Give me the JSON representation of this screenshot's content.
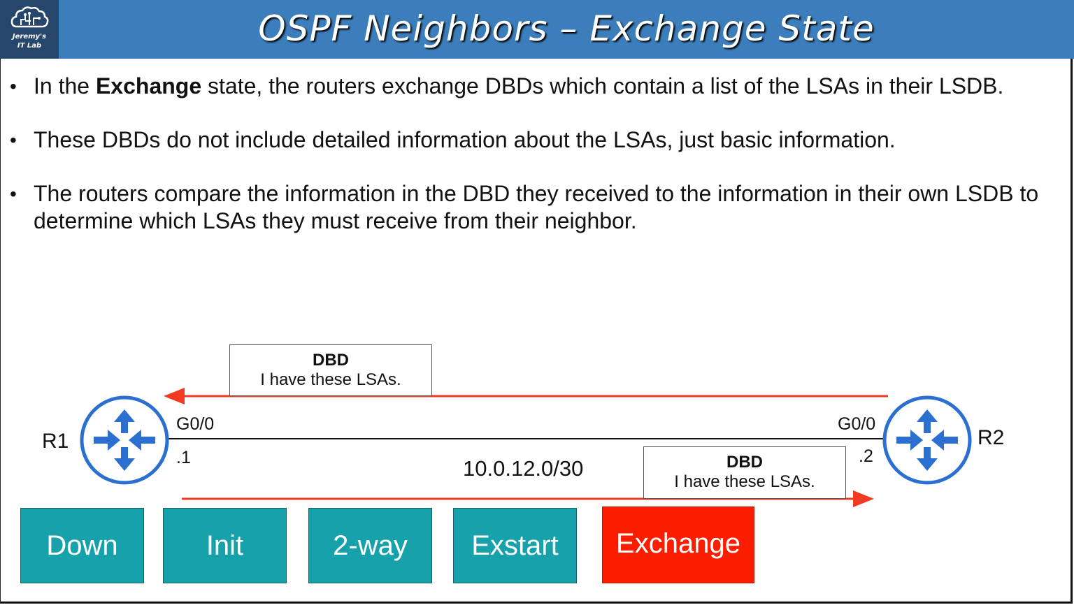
{
  "header": {
    "logo_line1": "Jeremy's",
    "logo_line2": "IT Lab",
    "title": "OSPF Neighbors – Exchange State"
  },
  "bullets": [
    {
      "pre": "In the ",
      "bold": "Exchange",
      "post": " state, the routers exchange DBDs which contain a list of the LSAs in their LSDB."
    },
    {
      "pre": "These DBDs do not include detailed information about the LSAs, just basic information.",
      "bold": "",
      "post": ""
    },
    {
      "pre": "The routers compare the information in the DBD they received to the information in their own LSDB to determine which LSAs they must receive from their neighbor.",
      "bold": "",
      "post": ""
    }
  ],
  "diagram": {
    "r1": {
      "name": "R1",
      "interface": "G0/0",
      "address": ".1"
    },
    "r2": {
      "name": "R2",
      "interface": "G0/0",
      "address": ".2"
    },
    "subnet": "10.0.12.0/30",
    "msg_top": {
      "title": "DBD",
      "body": "I have these LSAs."
    },
    "msg_bottom": {
      "title": "DBD",
      "body": "I have these LSAs."
    },
    "colors": {
      "router": "#2b6fd0",
      "arrow": "#f03a21"
    }
  },
  "states": [
    {
      "label": "Down",
      "active": false
    },
    {
      "label": "Init",
      "active": false
    },
    {
      "label": "2-way",
      "active": false
    },
    {
      "label": "Exstart",
      "active": false
    },
    {
      "label": "Exchange",
      "active": true
    }
  ]
}
